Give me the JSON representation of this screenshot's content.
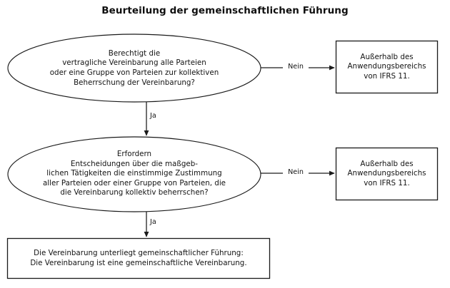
{
  "diagram": {
    "title": "Beurteilung der gemeinschaftlichen Führung",
    "nodes": {
      "decision1": {
        "shape": "ellipse",
        "text": "Berechtigt die\nvertragliche Vereinbarung alle Parteien\noder eine Gruppe von Parteien zur kollektiven\nBeherrschung der Vereinbarung?"
      },
      "decision2": {
        "shape": "ellipse",
        "text": "Erfordern\nEntscheidungen über die maßgeb-\nlichen Tätigkeiten die einstimmige Zustimmung\naller Parteien oder einer Gruppe von Parteien, die\ndie Vereinbarung kollektiv beherrschen?"
      },
      "outcome1": {
        "shape": "box",
        "text": "Außerhalb des\nAnwendungsbereichs\nvon IFRS 11."
      },
      "outcome2": {
        "shape": "box",
        "text": "Außerhalb des\nAnwendungsbereichs\nvon IFRS 11."
      },
      "result": {
        "shape": "box",
        "text": "Die Vereinbarung unterliegt gemeinschaftlicher Führung:\nDie Vereinbarung ist eine gemeinschaftliche Vereinbarung."
      }
    },
    "edges": [
      {
        "id": "edge-no-1",
        "label": "Nein",
        "from": "decision1",
        "to": "outcome1",
        "direction": "right"
      },
      {
        "id": "edge-yes-1",
        "label": "Ja",
        "from": "decision1",
        "to": "decision2",
        "direction": "down"
      },
      {
        "id": "edge-no-2",
        "label": "Nein",
        "from": "decision2",
        "to": "outcome2",
        "direction": "right"
      },
      {
        "id": "edge-yes-2",
        "label": "Ja",
        "from": "decision2",
        "to": "result",
        "direction": "down"
      }
    ],
    "colors": {
      "stroke": "#1a1a1a",
      "fill": "#ffffff",
      "text": "#141414",
      "background": "#ffffff"
    }
  }
}
